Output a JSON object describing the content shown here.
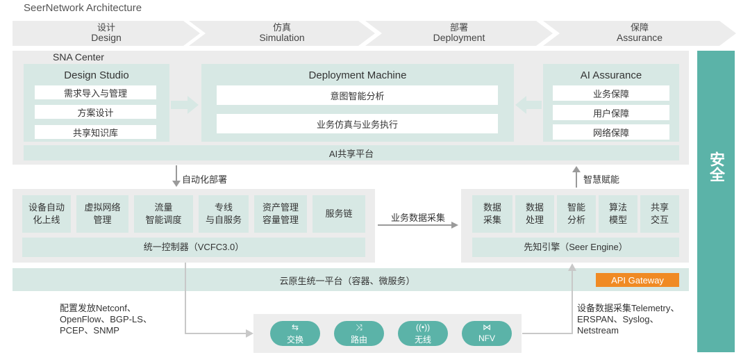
{
  "title": "SeerNetwork Architecture",
  "phases": [
    {
      "zh": "设计",
      "en": "Design"
    },
    {
      "zh": "仿真",
      "en": "Simulation"
    },
    {
      "zh": "部署",
      "en": "Deployment"
    },
    {
      "zh": "保障",
      "en": "Assurance"
    }
  ],
  "sna_center": {
    "label": "SNA Center",
    "design_studio": {
      "title": "Design Studio",
      "items": [
        "需求导入与管理",
        "方案设计",
        "共享知识库"
      ]
    },
    "deployment_machine": {
      "title": "Deployment Machine",
      "items": [
        "意图智能分析",
        "业务仿真与业务执行"
      ]
    },
    "ai_assurance": {
      "title": "AI Assurance",
      "items": [
        "业务保障",
        "用户保障",
        "网络保障"
      ]
    },
    "shared_platform": "AI共享平台"
  },
  "arrows": {
    "auto_deploy": "自动化部署",
    "smart_empower": "智慧赋能",
    "service_collect": "业务数据采集"
  },
  "controller": {
    "cells": [
      "设备自动\n化上线",
      "虚拟网络\n管理",
      "流量\n智能调度",
      "专线\n与自服务",
      "资产管理\n容量管理",
      "服务链"
    ],
    "bar": "统一控制器（VCFC3.0）"
  },
  "engine": {
    "cells": [
      "数据\n采集",
      "数据\n处理",
      "智能\n分析",
      "算法\n模型",
      "共享\n交互"
    ],
    "bar": "先知引擎（Seer Engine）"
  },
  "cloud_platform": {
    "label": "云原生统一平台（容器、微服务）",
    "api_gateway": "API Gateway"
  },
  "left_protocols": [
    "配置发放Netconf、",
    "OpenFlow、BGP-LS、",
    "PCEP、SNMP"
  ],
  "right_protocols": [
    "设备数据采集Telemetry、",
    "ERSPAN、Syslog、",
    "Netstream"
  ],
  "devices": [
    {
      "label": "交换",
      "icon": "switch-icon"
    },
    {
      "label": "路由",
      "icon": "router-icon"
    },
    {
      "label": "无线",
      "icon": "wireless-icon"
    },
    {
      "label": "NFV",
      "icon": "nfv-icon"
    }
  ],
  "security": "安全",
  "colors": {
    "teal": "#5bb3a8",
    "light_teal": "#d7e8e4",
    "panel_gray": "#ececec",
    "orange": "#f08a24",
    "arrow_gray": "#9a9a9a"
  }
}
